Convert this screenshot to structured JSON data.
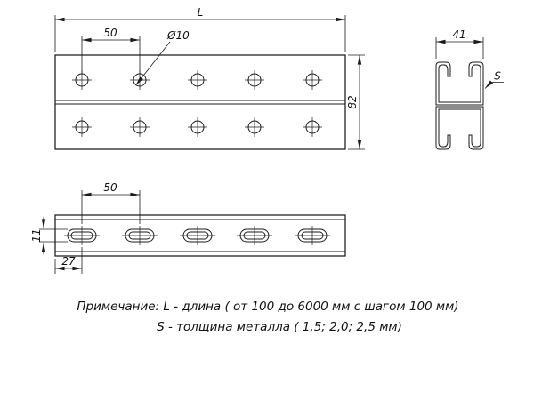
{
  "drawing": {
    "dimensions": {
      "length_label": "L",
      "hole_spacing": "50",
      "hole_diameter": "Ø10",
      "profile_height": "82",
      "profile_width": "41",
      "thickness_label": "S",
      "slot_spacing": "50",
      "slot_height": "11",
      "slot_offset": "27"
    },
    "notes": {
      "line1": "Примечание: L - длина ( от 100 до 6000 мм с шагом 100 мм)",
      "line2": "S - толщина металла ( 1,5; 2,0; 2,5 мм)"
    }
  }
}
